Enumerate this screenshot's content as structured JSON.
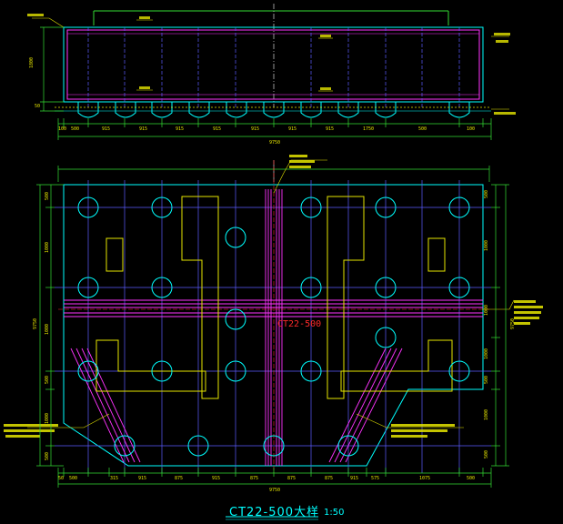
{
  "drawing": {
    "title": "CT22-500大样",
    "scale": "1:50",
    "section_tag": "CT22-500"
  },
  "colors": {
    "background": "#000000",
    "outline": "#00ffff",
    "grid": "#5b5bff",
    "rebar": "#ff33ff",
    "opening": "#e6e600",
    "dimension": "#33dd33",
    "tag": "#ff2a2a",
    "text": "#e6e600"
  },
  "elevation_dims": {
    "bottom": [
      "100",
      "500",
      "915",
      "915",
      "915",
      "915",
      "915",
      "915",
      "915",
      "1750",
      "500",
      "100"
    ],
    "total": "9750",
    "left": [
      "1800",
      "50"
    ]
  },
  "plan_dims": {
    "bottom": [
      "50",
      "500",
      "315",
      "915",
      "875",
      "915",
      "875",
      "875",
      "875",
      "915",
      "575",
      "1075",
      "500"
    ],
    "total": "9750",
    "right": [
      "500",
      "1000",
      "1000",
      "1000",
      "500",
      "1000",
      "500"
    ],
    "left": [
      "500",
      "1000",
      "1000",
      "500",
      "1000",
      "500"
    ]
  }
}
